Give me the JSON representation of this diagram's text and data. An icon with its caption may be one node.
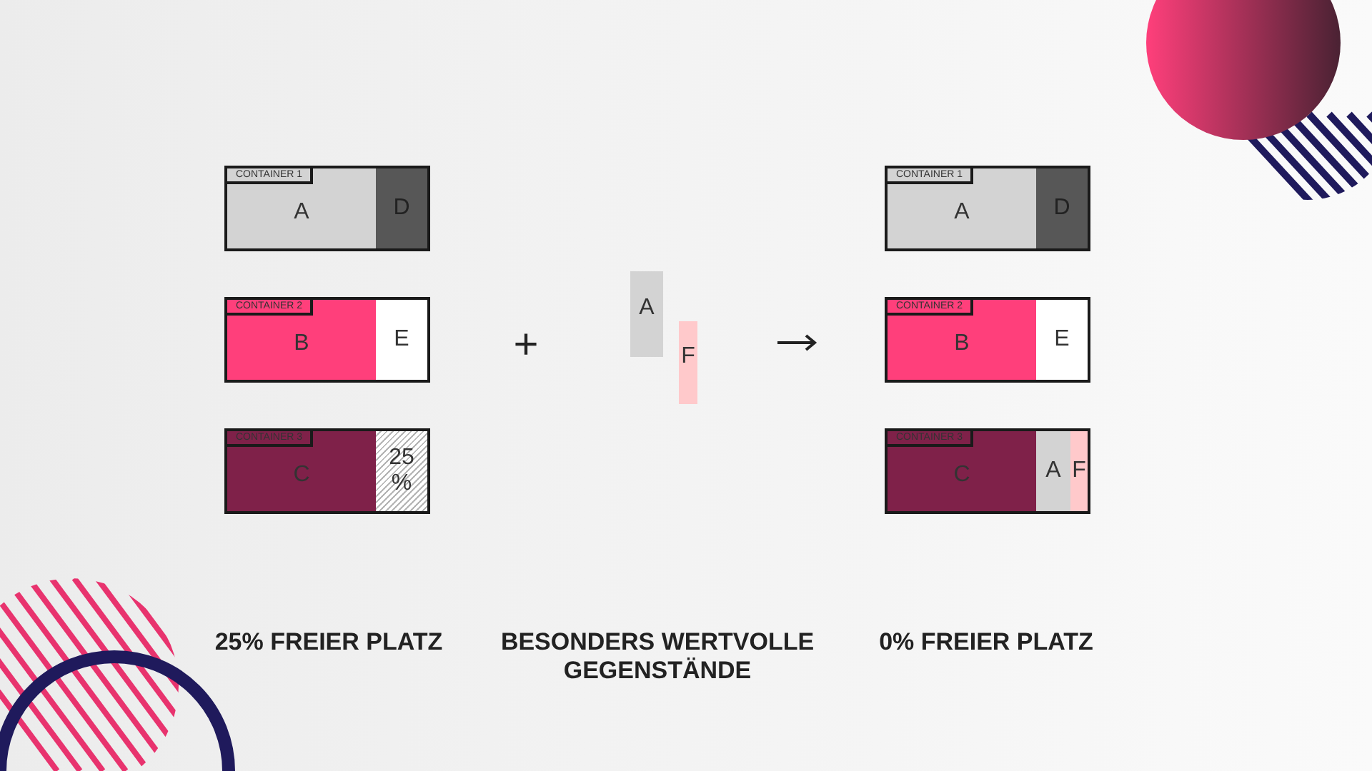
{
  "diagram": {
    "nodes": [
      {
        "text": [
          "CONTAINER 1"
        ]
      },
      {
        "text": [
          "A"
        ],
        "in": 0
      },
      {
        "text": [
          "D"
        ],
        "in": 0
      },
      {
        "text": [
          "CONTAINER 2"
        ]
      },
      {
        "text": [
          "B"
        ],
        "in": 3
      },
      {
        "text": [
          "E"
        ],
        "in": 3
      },
      {
        "text": [
          "CONTAINER 3"
        ]
      },
      {
        "text": [
          "C"
        ],
        "in": 6
      },
      {
        "text": [
          "25 %"
        ],
        "in": 6
      },
      {
        "text": [
          "A"
        ]
      },
      {
        "text": [
          "F"
        ]
      },
      {
        "text": [
          "CONTAINER 1"
        ]
      },
      {
        "text": [
          "A"
        ],
        "in": 11
      },
      {
        "text": [
          "D"
        ],
        "in": 11
      },
      {
        "text": [
          "CONTAINER 2"
        ]
      },
      {
        "text": [
          "B"
        ],
        "in": 14
      },
      {
        "text": [
          "E"
        ],
        "in": 14
      },
      {
        "text": [
          "CONTAINER 3"
        ]
      },
      {
        "text": [
          "C"
        ],
        "in": 17
      },
      {
        "text": [
          "A"
        ],
        "in": 17
      },
      {
        "text": [
          "F"
        ],
        "in": 17
      }
    ],
    "labels": [
      "+",
      "25% FREIER PLATZ",
      "BESONDERS WERTVOLLE GEGENSTÄNDE",
      "0% FREIER PLATZ"
    ]
  }
}
